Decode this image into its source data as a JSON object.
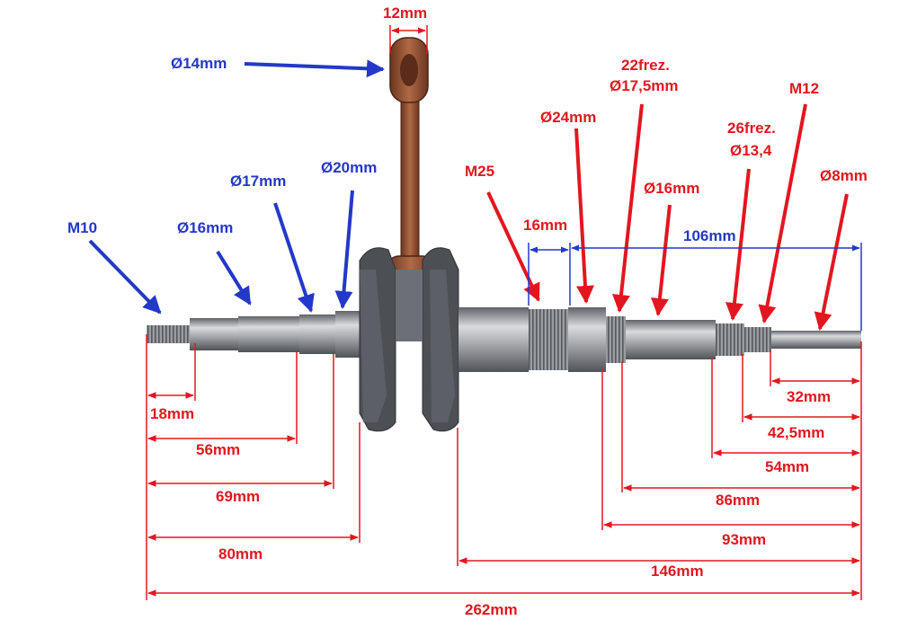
{
  "colors": {
    "red": "#e3161f",
    "blue": "#2438c9",
    "steel": "#8c8f94",
    "rod": "#8a4a2c",
    "web": "#4a4d52"
  },
  "labels": {
    "rod_small_end_width": "12mm",
    "rod_small_end_bore": "Ø14mm",
    "left_thread": "M10",
    "left_d16": "Ø16mm",
    "left_d17": "Ø17mm",
    "left_d20": "Ø20mm",
    "right_thread_m25": "M25",
    "right_spline22": "22frez.",
    "right_d175": "Ø17,5mm",
    "right_d24": "Ø24mm",
    "right_d16": "Ø16mm",
    "right_spline26": "26frez.",
    "right_d134": "Ø13,4",
    "right_m12": "M12",
    "right_d8": "Ø8mm",
    "seg_16": "16mm",
    "seg_106": "106mm",
    "len_18": "18mm",
    "len_56": "56mm",
    "len_69": "69mm",
    "len_80": "80mm",
    "len_32": "32mm",
    "len_425": "42,5mm",
    "len_54": "54mm",
    "len_86": "86mm",
    "len_93": "93mm",
    "len_146": "146mm",
    "len_262": "262mm"
  }
}
